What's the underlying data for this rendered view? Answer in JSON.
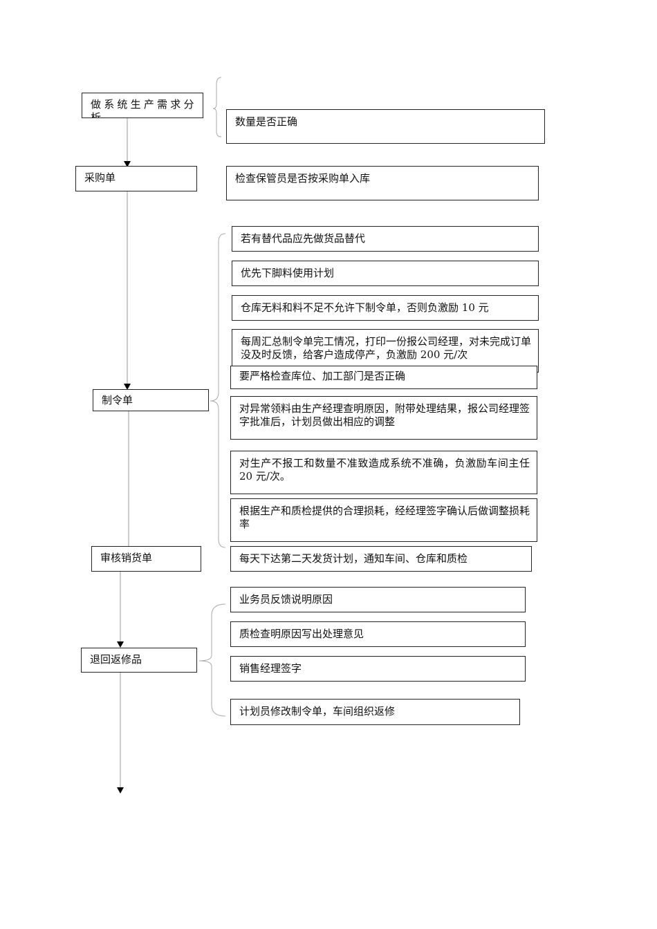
{
  "steps": [
    {
      "id": "s1",
      "label": "做系统生产需求分析"
    },
    {
      "id": "s2",
      "label": "采购单"
    },
    {
      "id": "s3",
      "label": "制令单"
    },
    {
      "id": "s4",
      "label": "审核销货单"
    },
    {
      "id": "s5",
      "label": "退回返修品"
    }
  ],
  "notes": [
    "数量是否正确",
    "检查保管员是否按采购单入库",
    "若有替代品应先做货品替代",
    "优先下脚料使用计划",
    "仓库无料和料不足不允许下制令单，否则负激励 10 元",
    "每周汇总制令单完工情况，打印一份报公司经理，对未完成订单没及时反馈，给客户造成停产，负激励 200 元/次",
    "要严格检查库位、加工部门是否正确",
    "对异常领料由生产经理查明原因，附带处理结果，报公司经理签字批准后，计划员做出相应的调整",
    "对生产不报工和数量不准致造成系统不准确，负激励车间主任 20 元/次。",
    "根据生产和质检提供的合理损耗，经经理签字确认后做调整损耗率",
    "每天下达第二天发货计划，通知车间、仓库和质检",
    "业务员反馈说明原因",
    "质检查明原因写出处理意见",
    "销售经理签字",
    "计划员修改制令单，车间组织返修"
  ]
}
